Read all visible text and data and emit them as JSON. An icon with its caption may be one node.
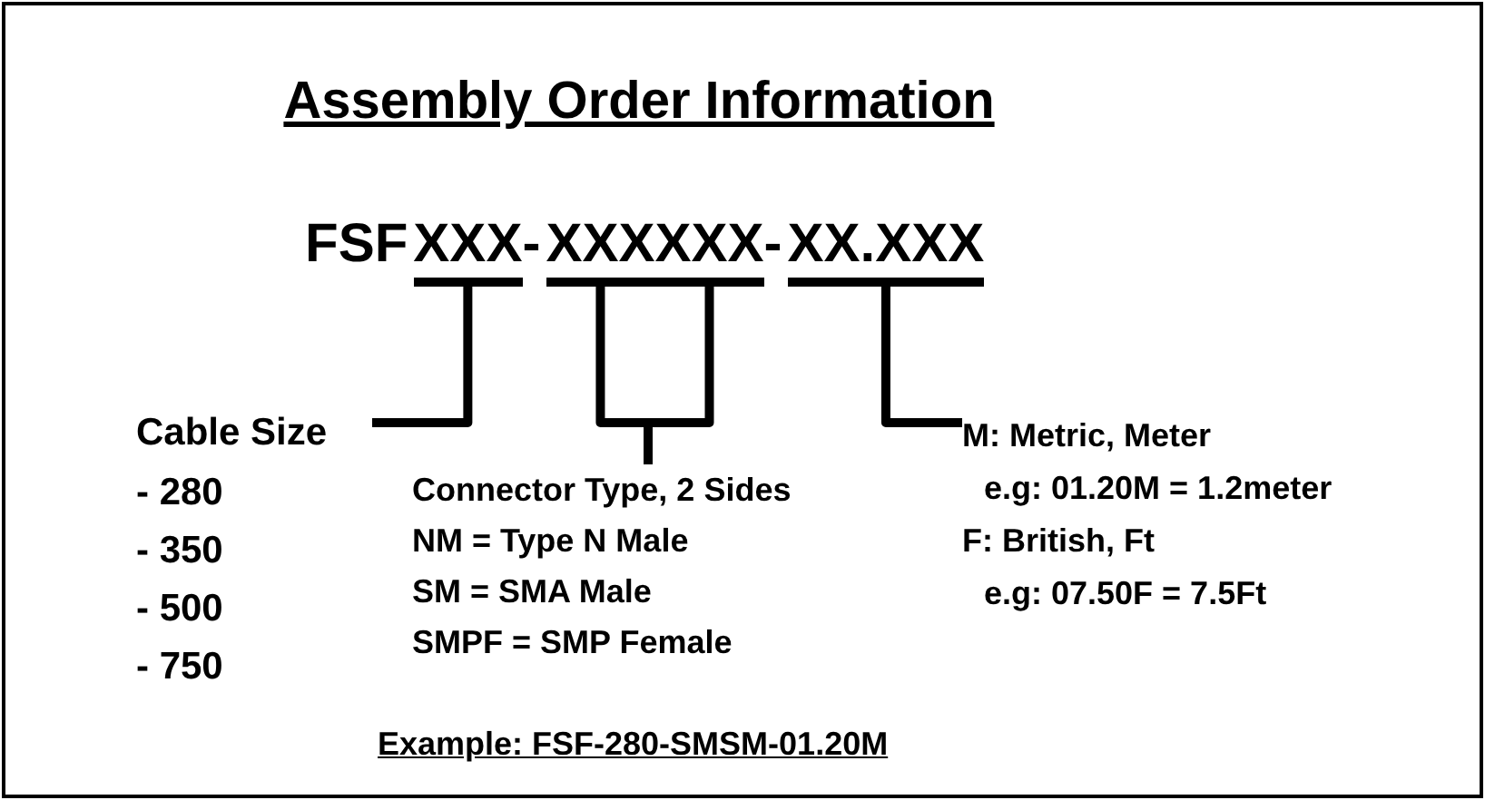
{
  "diagram": {
    "title": "Assembly Order Information",
    "caption": "Example: FSF-280-SMSM-01.20M",
    "nodes": [
      {
        "text": [
          "XXX"
        ]
      },
      {
        "text": [
          "XXX"
        ]
      },
      {
        "text": [
          "XXX"
        ]
      },
      {
        "text": [
          "XX.XXX"
        ]
      },
      {
        "text": [
          "Cable Size",
          "- 280",
          "- 350",
          "- 500",
          "- 750"
        ]
      },
      {
        "text": [
          "Connector Type, 2 Sides",
          "NM = Type N Male",
          "SM = SMA Male",
          "SMPF = SMP Female"
        ]
      },
      {
        "text": [
          "M: Metric, Meter",
          "e.g: 01.20M = 1.2meter",
          "F: British, Ft",
          "e.g: 07.50F = 7.5Ft"
        ]
      }
    ],
    "edges": [
      {
        "from": 0,
        "to": 4,
        "arrow": "none"
      },
      {
        "from": 1,
        "to": 5,
        "arrow": "none"
      },
      {
        "from": 2,
        "to": 5,
        "arrow": "none"
      },
      {
        "from": 3,
        "to": 6,
        "arrow": "none"
      }
    ],
    "labels": [
      "FSF",
      "-",
      "-"
    ]
  }
}
